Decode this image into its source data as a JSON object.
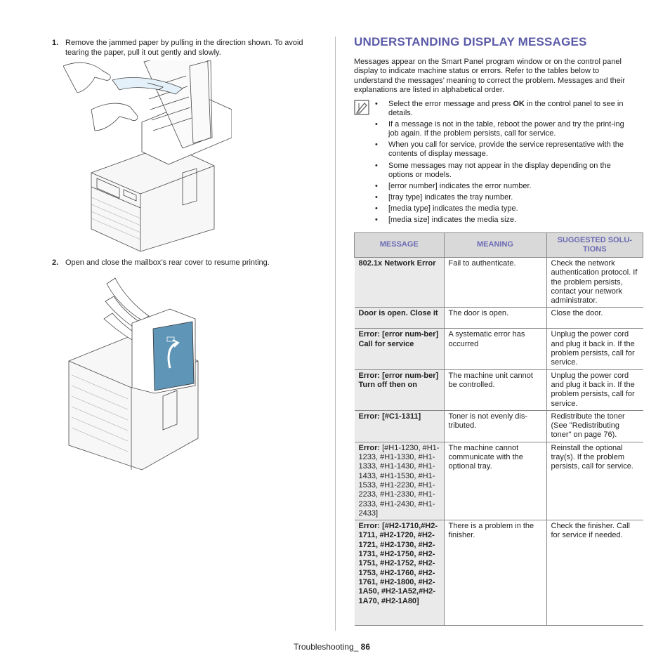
{
  "left": {
    "step1_num": "1.",
    "step1_text": "Remove the jammed paper by pulling in the direction shown. To avoid tearing the paper, pull it out gently and slowly.",
    "step2_num": "2.",
    "step2_text": "Open and close the mailbox’s rear cover to resume printing."
  },
  "right": {
    "title": "UNDERSTANDING DISPLAY MESSAGES",
    "intro": "Messages appear on the Smart Panel program window or on the control panel display to indicate machine status or errors. Refer to the tables below to understand the messages’ meaning to correct the problem. Messages and their explanations are listed in alphabetical order.",
    "notes": [
      {
        "pre": "Select the error message and press ",
        "bold": "OK",
        "post": " in the control panel to see in details."
      },
      {
        "pre": "If a message is not in the table, reboot the power and try the print-ing job again. If the problem persists, call for service.",
        "bold": "",
        "post": ""
      },
      {
        "pre": "When you call for service, provide the service representative with the contents of display message.",
        "bold": "",
        "post": ""
      },
      {
        "pre": "Some messages may not appear in the display depending on the options or models.",
        "bold": "",
        "post": ""
      },
      {
        "pre": "[error number] indicates the error number.",
        "bold": "",
        "post": ""
      },
      {
        "pre": "[tray type] indicates the tray number.",
        "bold": "",
        "post": ""
      },
      {
        "pre": "[media type] indicates the media type.",
        "bold": "",
        "post": ""
      },
      {
        "pre": "[media size] indicates the media size.",
        "bold": "",
        "post": ""
      }
    ],
    "table": {
      "headers": [
        "MESSAGE",
        "MEANING",
        "SUGGESTED SOLU-TIONS"
      ],
      "rows": [
        {
          "msg_bold": "802.1x Network Error",
          "msg_rest": "",
          "meaning": "Fail to authenticate.",
          "solution": "Check the network authentication protocol. If the problem persists, contact your network administrator."
        },
        {
          "msg_bold": "Door is open. Close it",
          "msg_rest": "",
          "meaning": "The door is open.",
          "solution": "Close the door."
        },
        {
          "msg_bold": "Error: [error num-ber] Call for service",
          "msg_rest": "",
          "meaning": "A systematic error has occurred",
          "solution": "Unplug the power cord and plug it back in. If the problem persists, call for service."
        },
        {
          "msg_bold": "Error: [error num-ber] Turn off then on",
          "msg_rest": "",
          "meaning": "The machine unit cannot be controlled.",
          "solution": "Unplug the power cord and plug it back in. If the problem persists, call for service."
        },
        {
          "msg_bold": "Error: [#C1-1311]",
          "msg_rest": "",
          "meaning": "Toner is not evenly dis-tributed.",
          "solution": "Redistribute the toner (See \"Redistributing toner\" on page 76)."
        },
        {
          "msg_bold": "Error:",
          "msg_rest": "[#H1-1230, #H1-1233, #H1-1330, #H1-1333, #H1-1430, #H1-1433, #H1-1530, #H1-1533, #H1-2230, #H1-2233, #H1-2330, #H1-2333, #H1-2430, #H1-2433]",
          "meaning": "The machine cannot communicate with the optional tray.",
          "solution": "Reinstall the optional tray(s). If the problem persists, call for service."
        },
        {
          "msg_bold": "Error: [#H2-1710,#H2-1711, #H2-1720, #H2-1721, #H2-1730, #H2-1731, #H2-1750, #H2-1751, #H2-1752, #H2-1753, #H2-1760, #H2-1761, #H2-1800, #H2-1A50, #H2-1A52,#H2-1A70, #H2-1A80]",
          "msg_rest": "",
          "meaning": "There is a problem in the finisher.",
          "solution": "Check the finisher. Call for service if needed."
        }
      ]
    }
  },
  "footer": {
    "label": "Troubleshooting_",
    "page": "86"
  },
  "icons": {
    "note": "note-pencil-icon"
  }
}
